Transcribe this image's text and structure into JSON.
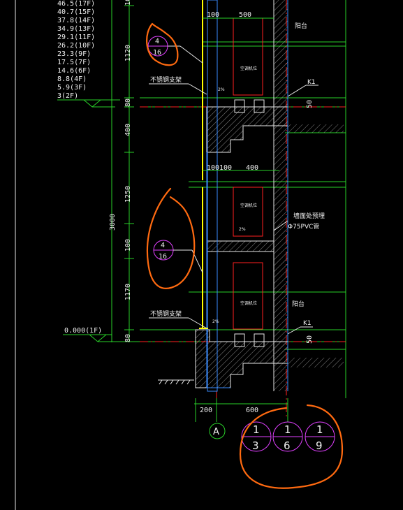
{
  "level_list": [
    "46.5(17F)",
    "40.7(15F)",
    "37.8(14F)",
    "34.9(13F)",
    "29.1(11F)",
    "26.2(10F)",
    "23.3(9F)",
    "17.5(7F)",
    "14.6(6F)",
    "8.8(4F)",
    "5.9(3F)",
    "3(2F)"
  ],
  "ground_level": "0.000(1F)",
  "vertical_dims": {
    "upper_1120": "1120",
    "upper_80": "80",
    "mid_400": "400",
    "d1250": "1250",
    "d100": "100",
    "d1170": "1170",
    "lower_80": "80",
    "total_3000": "3000"
  },
  "horizontal_dims": {
    "top_100": "100",
    "top_500": "500",
    "mid_100a": "100",
    "mid_100b": "100",
    "mid_400": "400",
    "bot_200": "200",
    "bot_600": "600"
  },
  "labels": {
    "bracket_upper": "不锈钢支架",
    "bracket_lower": "不锈钢支架",
    "balcony_upper": "阳台",
    "balcony_lower": "阳台",
    "k1_upper": "K1",
    "k1_lower": "K1",
    "slope_upper": "2%",
    "slope_mid": "2%",
    "slope_lower": "2%",
    "drain_note": "墙面处预埋",
    "pvc_note": "Φ75PVC管",
    "ac_upper": "空调机位",
    "ac_mid": "空调机位",
    "ac_lower": "空调机位",
    "dim50_upper": "50",
    "dim50_lower": "50"
  },
  "detail_refs": {
    "ref_upper": {
      "top": "4",
      "bottom": "16"
    },
    "ref_middle": {
      "top": "4",
      "bottom": "16"
    }
  },
  "axis_bubble": "A",
  "section_refs": [
    {
      "top": "1",
      "bottom": "3"
    },
    {
      "top": "1",
      "bottom": "6"
    },
    {
      "top": "1",
      "bottom": "9"
    }
  ],
  "colors": {
    "background": "#000000",
    "dimension_lines": "#29d129",
    "wall_outline": "#e8e8e8",
    "railing": "#ffff00",
    "center_lines": "#ff2020",
    "pipes": "#3a8cff",
    "detail_refs": "#e040ff",
    "markup": "#ff6a10"
  }
}
